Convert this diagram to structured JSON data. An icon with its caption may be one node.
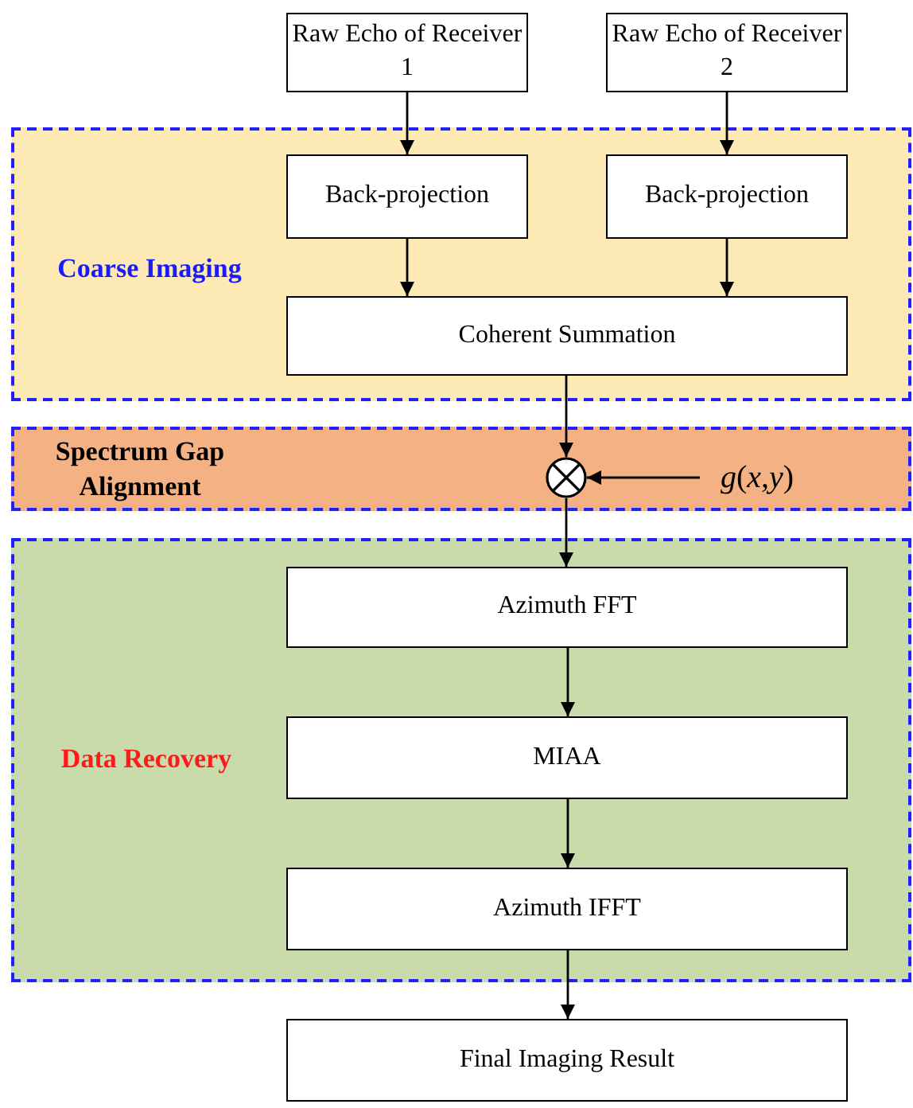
{
  "diagram": {
    "nodes": [
      {
        "text": [
          "Raw Echo of Receiver 1"
        ]
      },
      {
        "text": [
          "Raw Echo of Receiver 2"
        ]
      },
      {
        "text": [
          "Coarse Imaging"
        ]
      },
      {
        "text": [
          "Back-projection"
        ],
        "in": 2
      },
      {
        "text": [
          "Back-projection"
        ],
        "in": 2
      },
      {
        "text": [
          "Coherent Summation"
        ],
        "in": 2
      },
      {
        "text": [
          "Spectrum Gap Alignment"
        ]
      },
      {
        "text": [],
        "shape": "circle",
        "in": 6
      },
      {
        "text": [
          "*g*(*x*,*y*)"
        ],
        "in": 6
      },
      {
        "text": [
          "Data Recovery"
        ]
      },
      {
        "text": [
          "Azimuth FFT"
        ],
        "in": 9
      },
      {
        "text": [
          "MIAA"
        ],
        "in": 9
      },
      {
        "text": [
          "Azimuth IFFT"
        ],
        "in": 9
      },
      {
        "text": [
          "Final Imaging Result"
        ]
      }
    ],
    "edges": [
      {
        "from": 0,
        "to": 3,
        "arrow": "to"
      },
      {
        "from": 1,
        "to": 4,
        "arrow": "to"
      },
      {
        "from": 3,
        "to": 5,
        "arrow": "to"
      },
      {
        "from": 4,
        "to": 5,
        "arrow": "to"
      },
      {
        "from": 5,
        "to": 7,
        "arrow": "to"
      },
      {
        "from": 8,
        "to": 7,
        "arrow": "to"
      },
      {
        "from": 7,
        "to": 10,
        "arrow": "to"
      },
      {
        "from": 10,
        "to": 11,
        "arrow": "to"
      },
      {
        "from": 11,
        "to": 12,
        "arrow": "to"
      },
      {
        "from": 12,
        "to": 13,
        "arrow": "to"
      }
    ]
  }
}
